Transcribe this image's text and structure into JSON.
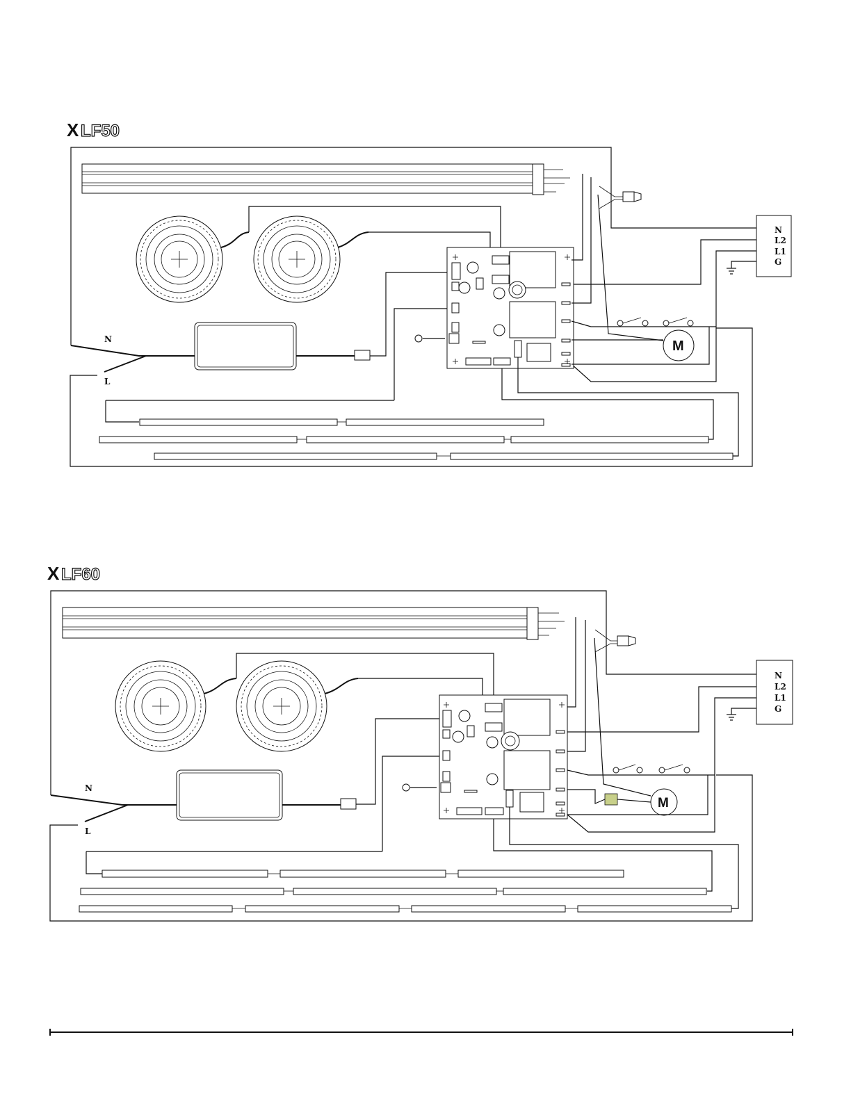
{
  "diagrams": [
    {
      "model_prefix": "X",
      "model_suffix": "LF50",
      "terminal_labels": [
        "N",
        "L2",
        "L1",
        "G"
      ],
      "cord_labels": {
        "neutral": "N",
        "line": "L"
      },
      "motor_label": "M",
      "led_strip_rows": 3
    },
    {
      "model_prefix": "X",
      "model_suffix": "LF60",
      "terminal_labels": [
        "N",
        "L2",
        "L1",
        "G"
      ],
      "cord_labels": {
        "neutral": "N",
        "line": "L"
      },
      "motor_label": "M",
      "led_strip_rows": 3
    }
  ],
  "colors": {
    "line": "#111111",
    "relay_highlight": "#c8d08a"
  }
}
